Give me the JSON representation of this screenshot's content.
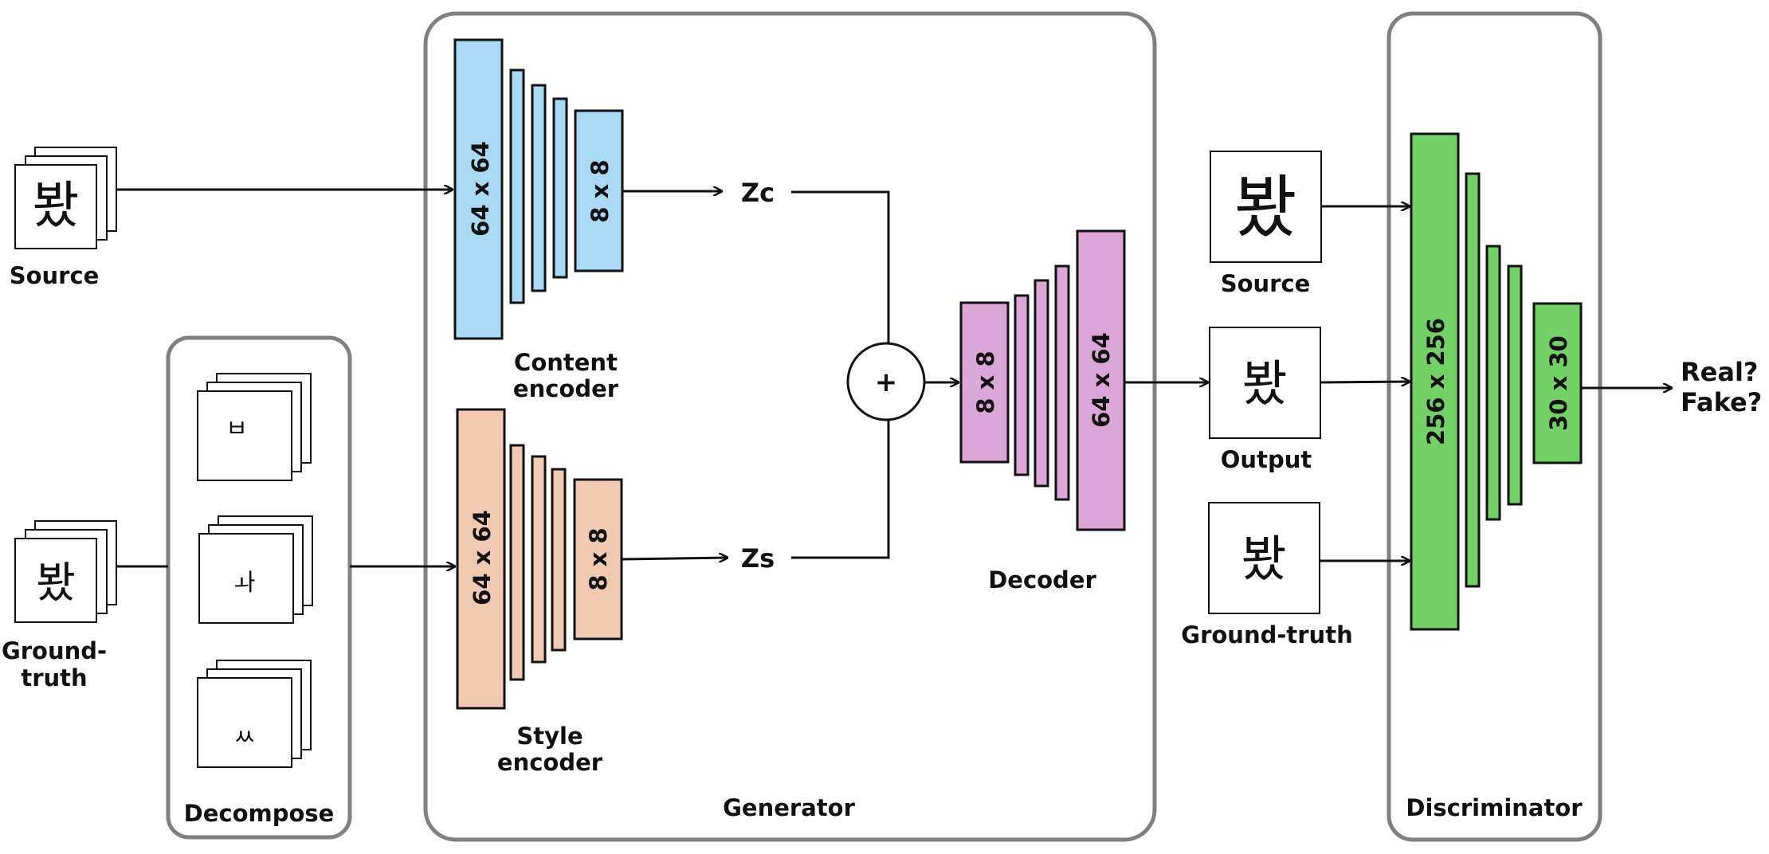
{
  "colors": {
    "content_encoder": "#a9d9f4",
    "style_encoder": "#f0c9b0",
    "decoder": "#dda6d8",
    "discriminator": "#72d067",
    "frame": "#808080",
    "line": "#111111"
  },
  "left": {
    "source_glyph": "봤",
    "source_label": "Source",
    "gt_glyph": "봤",
    "gt_label_line1": "Ground-",
    "gt_label_line2": "truth"
  },
  "decompose": {
    "label": "Decompose",
    "parts": [
      "ㅂ",
      "ㅘ",
      "ㅆ"
    ]
  },
  "generator": {
    "label": "Generator",
    "content_encoder": {
      "label_line1": "Content",
      "label_line2": "encoder",
      "input_size": "64 x 64",
      "output_size": "8 x 8",
      "latent": "Zc"
    },
    "style_encoder": {
      "label_line1": "Style",
      "label_line2": "encoder",
      "input_size": "64 x 64",
      "output_size": "8 x 8",
      "latent": "Zs"
    },
    "combine_symbol": "+",
    "decoder": {
      "label": "Decoder",
      "input_size": "8 x 8",
      "output_size": "64 x 64"
    }
  },
  "inputs": {
    "source_glyph": "봤",
    "source_label": "Source",
    "output_glyph": "봤",
    "output_label": "Output",
    "gt_glyph": "봤",
    "gt_label": "Ground-truth"
  },
  "discriminator": {
    "label": "Discriminator",
    "input_size": "256 x 256",
    "output_size": "30 x 30",
    "result_line1": "Real?",
    "result_line2": "Fake?"
  }
}
